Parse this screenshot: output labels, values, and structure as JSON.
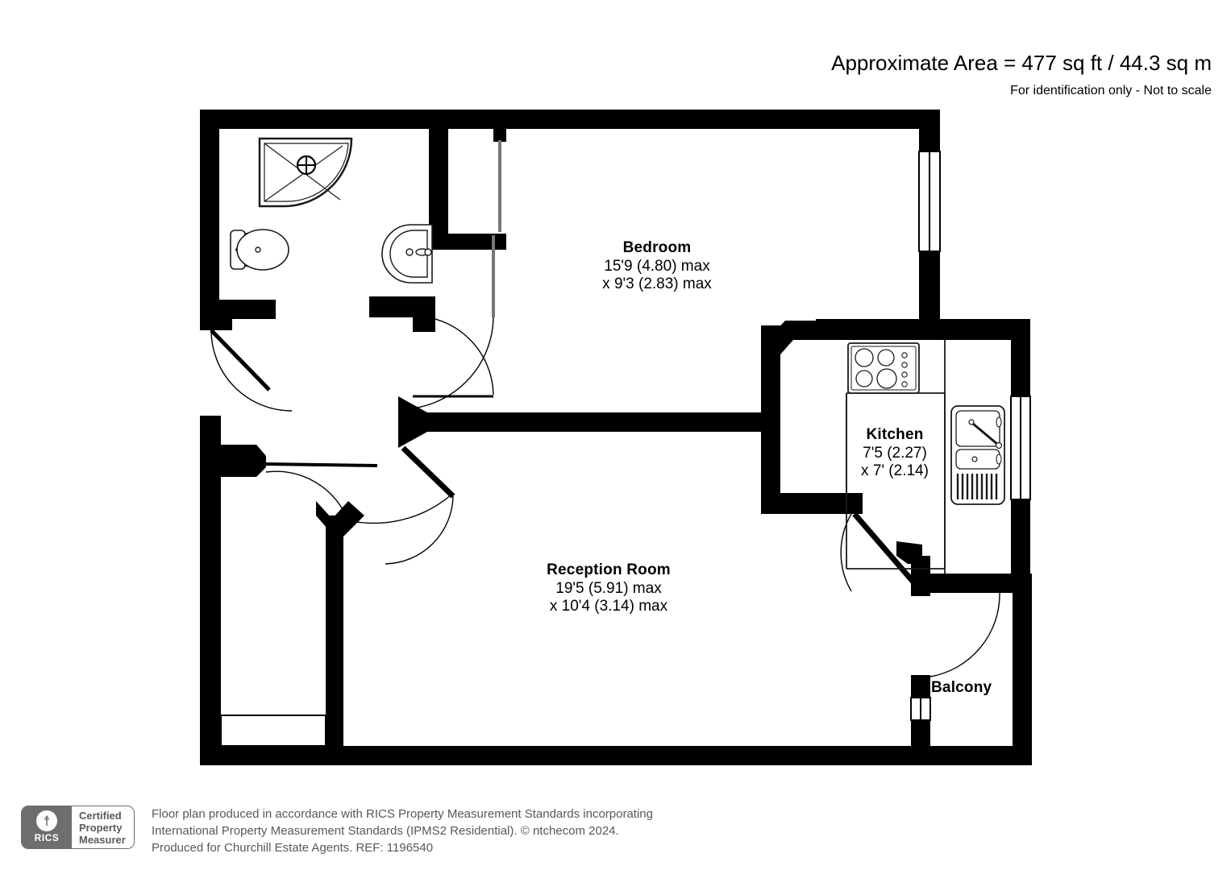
{
  "header": {
    "area_text": "Approximate Area = 477 sq ft / 44.3 sq m",
    "scale_note": "For identification only - Not to scale"
  },
  "plan": {
    "title": "Residential floor plan",
    "stroke_color": "#000000",
    "fixture_stroke": "#1a1a1a",
    "rooms": [
      {
        "key": "bedroom",
        "name": "Bedroom",
        "dim_line_1": "15'9 (4.80) max",
        "dim_line_2": "x 9'3 (2.83) max"
      },
      {
        "key": "reception",
        "name": "Reception Room",
        "dim_line_1": "19'5 (5.91) max",
        "dim_line_2": "x 10'4 (3.14) max"
      },
      {
        "key": "kitchen",
        "name": "Kitchen",
        "dim_line_1": "7'5 (2.27)",
        "dim_line_2": "x 7' (2.14)"
      },
      {
        "key": "balcony",
        "name": "Balcony",
        "dim_line_1": "",
        "dim_line_2": ""
      }
    ],
    "fixtures": [
      "shower-tray",
      "toilet",
      "wash-basin",
      "hob",
      "kitchen-sink",
      "wardrobe-doors"
    ]
  },
  "footer": {
    "badge": {
      "mark": "RICS",
      "crest_glyph": "☨",
      "line1": "Certified",
      "line2": "Property",
      "line3": "Measurer"
    },
    "legal_line_1": "Floor plan produced in accordance with RICS Property Measurement Standards incorporating",
    "legal_line_2": "International Property Measurement Standards (IPMS2 Residential).   © ntchecom 2024.",
    "legal_line_3": "Produced for Churchill Estate Agents.   REF: 1196540"
  }
}
